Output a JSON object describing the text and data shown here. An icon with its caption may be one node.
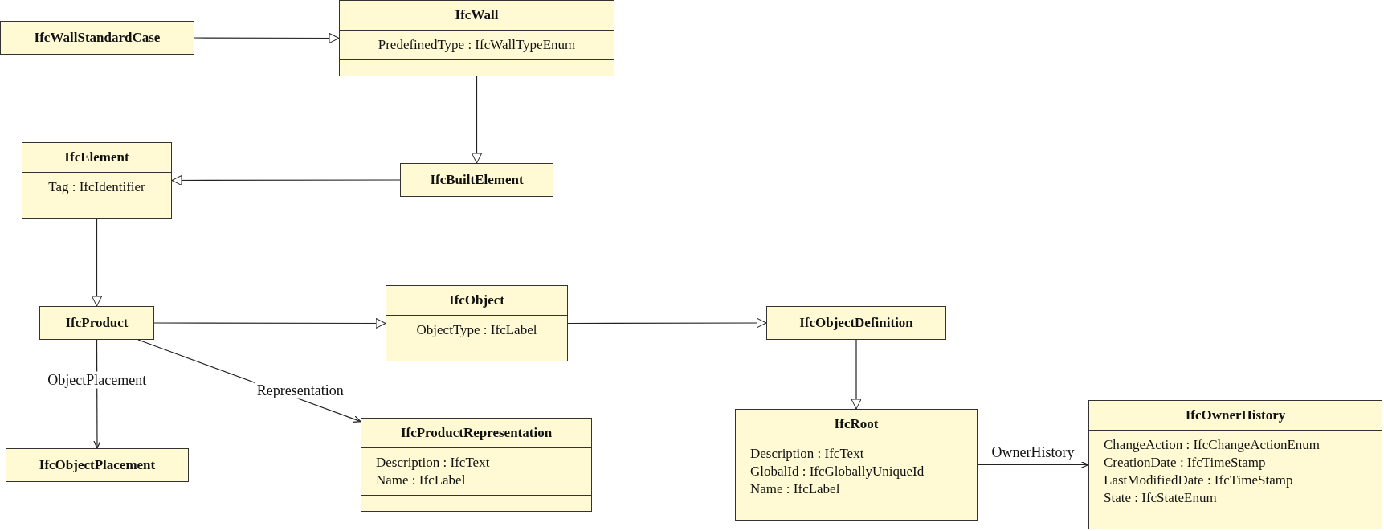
{
  "diagram": {
    "nodes": [
      {
        "text": [
          "IfcWallStandardCase"
        ]
      },
      {
        "text": [
          "IfcWall",
          "PredefinedType : IfcWallTypeEnum"
        ]
      },
      {
        "text": [
          "IfcElement",
          "Tag : IfcIdentifier"
        ]
      },
      {
        "text": [
          "IfcBuiltElement"
        ]
      },
      {
        "text": [
          "IfcProduct"
        ]
      },
      {
        "text": [
          "IfcObject",
          "ObjectType : IfcLabel"
        ]
      },
      {
        "text": [
          "IfcObjectDefinition"
        ]
      },
      {
        "text": [
          "IfcObjectPlacement"
        ]
      },
      {
        "text": [
          "IfcProductRepresentation",
          "Description : IfcText",
          "Name : IfcLabel"
        ]
      },
      {
        "text": [
          "IfcRoot",
          "Description : IfcText",
          "GlobalId : IfcGloballyUniqueId",
          "Name : IfcLabel"
        ]
      },
      {
        "text": [
          "IfcOwnerHistory",
          "ChangeAction : IfcChangeActionEnum",
          "CreationDate : IfcTimeStamp",
          "LastModifiedDate : IfcTimeStamp",
          "State : IfcStateEnum"
        ]
      }
    ],
    "edges": [
      {
        "from": 0,
        "to": 1,
        "arrow": "to"
      },
      {
        "from": 1,
        "to": 3,
        "arrow": "to"
      },
      {
        "from": 3,
        "to": 2,
        "arrow": "to"
      },
      {
        "from": 2,
        "to": 4,
        "arrow": "to"
      },
      {
        "from": 4,
        "to": 5,
        "arrow": "to"
      },
      {
        "from": 5,
        "to": 6,
        "arrow": "to"
      },
      {
        "from": 6,
        "to": 9,
        "arrow": "to"
      },
      {
        "from": 4,
        "to": 7,
        "arrow": "to",
        "label": "ObjectPlacement"
      },
      {
        "from": 4,
        "to": 8,
        "arrow": "to",
        "label": "Representation"
      },
      {
        "from": 9,
        "to": 10,
        "arrow": "to",
        "label": "OwnerHistory"
      }
    ]
  }
}
